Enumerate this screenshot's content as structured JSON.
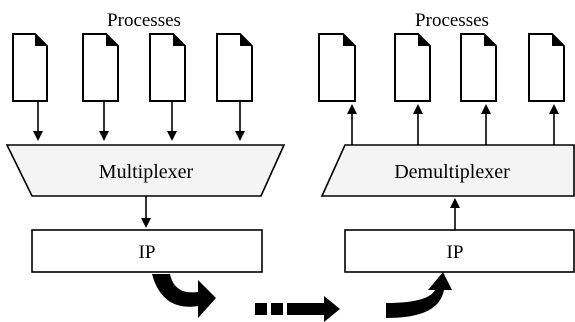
{
  "left": {
    "heading": "Processes",
    "box_label": "Multiplexer",
    "ip_label": "IP",
    "process_count": 4
  },
  "right": {
    "heading": "Processes",
    "box_label": "Demultiplexer",
    "ip_label": "IP",
    "process_count": 4
  },
  "colors": {
    "outline": "#000000",
    "background": "#ffffff",
    "box_fill": "#f4f4f4"
  }
}
